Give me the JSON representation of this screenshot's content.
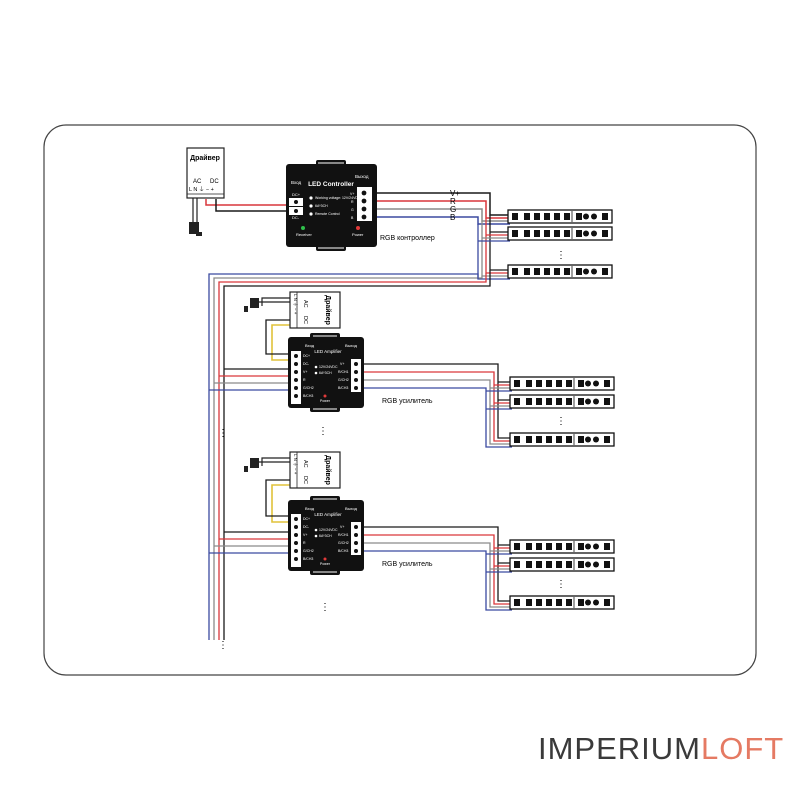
{
  "colors": {
    "wire_v": "#1a1a1a",
    "wire_r": "#d9373b",
    "wire_g": "#8a8a8a",
    "wire_b": "#3b4aa0",
    "wire_power": "#e0c23a",
    "box": "#111111",
    "brand_dark": "#3a3a3a",
    "brand_accent": "#e57a63"
  },
  "driver": {
    "title": "Драйвер",
    "ac": "AC",
    "dc": "DC",
    "terminals": "L N ⏚ − +"
  },
  "driver_rotated": [
    {
      "title": "Драйвер",
      "ac": "AC",
      "dc": "DC",
      "terminals": "L N ⏚ − +"
    },
    {
      "title": "Драйвер",
      "ac": "AC",
      "dc": "DC",
      "terminals": "L N ⏚ − +"
    }
  ],
  "controller": {
    "title": "LED Controller",
    "input": "Вход",
    "output": "Выход",
    "dc_plus": "DC+",
    "dc_minus": "DC-",
    "features": [
      "Working voltage: 12V/24VDC",
      "6A*3CH",
      "Remote Control"
    ],
    "receiver": "Receiver",
    "power": "Power",
    "pins": [
      "V+",
      "R",
      "G",
      "B"
    ],
    "caption": "RGB  контроллер"
  },
  "wire_labels": [
    "V+",
    "R",
    "G",
    "B"
  ],
  "amplifiers": [
    {
      "title": "LED Amplifier",
      "input": "Вход",
      "output": "Выход",
      "in_pins": [
        "DC+",
        "DC-",
        "V+",
        "R",
        "G/CH2",
        "B/CH3"
      ],
      "out_pins": [
        "V+",
        "R/CH1",
        "G/CH2",
        "B/CH3"
      ],
      "features": [
        "12V/24VDC",
        "6A*3CH"
      ],
      "power": "Power",
      "caption": "RGB  усилитель"
    },
    {
      "title": "LED Amplifier",
      "input": "Вход",
      "output": "Выход",
      "in_pins": [
        "DC+",
        "DC-",
        "V+",
        "R",
        "G/CH2",
        "B/CH3"
      ],
      "out_pins": [
        "V+",
        "R/CH1",
        "G/CH2",
        "B/CH3"
      ],
      "features": [
        "12V/24VDC",
        "6A*3CH"
      ],
      "power": "Power",
      "caption": "RGB  усилитель"
    }
  ],
  "continuation_mark": "⋮",
  "brand": {
    "part1": "IMPERIUM",
    "part2": "LOFT"
  }
}
